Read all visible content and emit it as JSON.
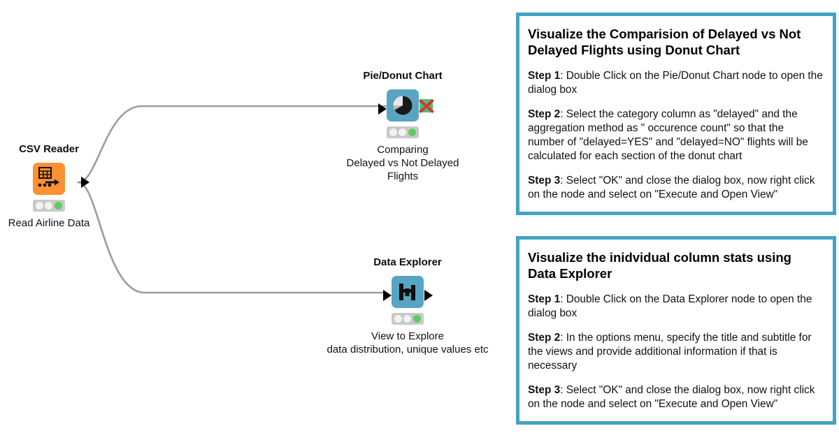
{
  "workflow": {
    "nodes": [
      {
        "id": "csv-reader",
        "title": "CSV Reader",
        "subtitle": "Read Airline Data",
        "icon": "table-grid-arrow-icon",
        "color": "#FF9133",
        "status_lights": [
          "idle",
          "idle",
          "green"
        ]
      },
      {
        "id": "pie-donut-chart",
        "title": "Pie/Donut Chart",
        "subtitle": "Comparing\nDelayed vs Not Delayed\nFlights",
        "icon": "pie-chart-icon",
        "color": "#57A5C2",
        "status_lights": [
          "idle",
          "idle",
          "green"
        ]
      },
      {
        "id": "data-explorer",
        "title": "Data Explorer",
        "subtitle": "View to Explore\ndata distribution, unique values etc",
        "icon": "histogram-icon",
        "color": "#57A5C2",
        "status_lights": [
          "idle",
          "idle",
          "green"
        ]
      }
    ]
  },
  "annotations": [
    {
      "id": "donut-annotation",
      "border_color": "#44A3C4",
      "title": "Visualize the Comparision of Delayed vs Not\nDelayed Flights using Donut Chart",
      "steps": [
        {
          "label": "Step 1",
          "separator": ": ",
          "text": "Double Click on the  Pie/Donut Chart node to open the dialog box"
        },
        {
          "label": "Step 2",
          "separator": ": ",
          "text": "Select the category column as \"delayed\" and the aggregation method as \" occurence count\" so that the number of \"delayed=YES\" and \"delayed=NO\" flights will be calculated for each section of the donut chart"
        },
        {
          "label": "Step 3",
          "separator": ": ",
          "text": "Select \"OK\" and close the dialog box, now right click on the node and select on  \"Execute and Open View\""
        }
      ]
    },
    {
      "id": "data-explorer-annotation",
      "border_color": "#44A3C4",
      "title": "Visualize the inidvidual column stats using\nData Explorer",
      "steps": [
        {
          "label": "Step 1",
          "separator": ": ",
          "text": "Double Click on the  Data Explorer node to open the dialog box"
        },
        {
          "label": "Step 2",
          "separator": ": ",
          "text": "In the options menu, specify the title and subtitle for the views and provide additional information if that is necessary"
        },
        {
          "label": "Step 3",
          "separator": ": ",
          "text": "Select \"OK\" and close the dialog box, now right click on the node and select on  \"Execute and Open View\""
        }
      ]
    }
  ]
}
